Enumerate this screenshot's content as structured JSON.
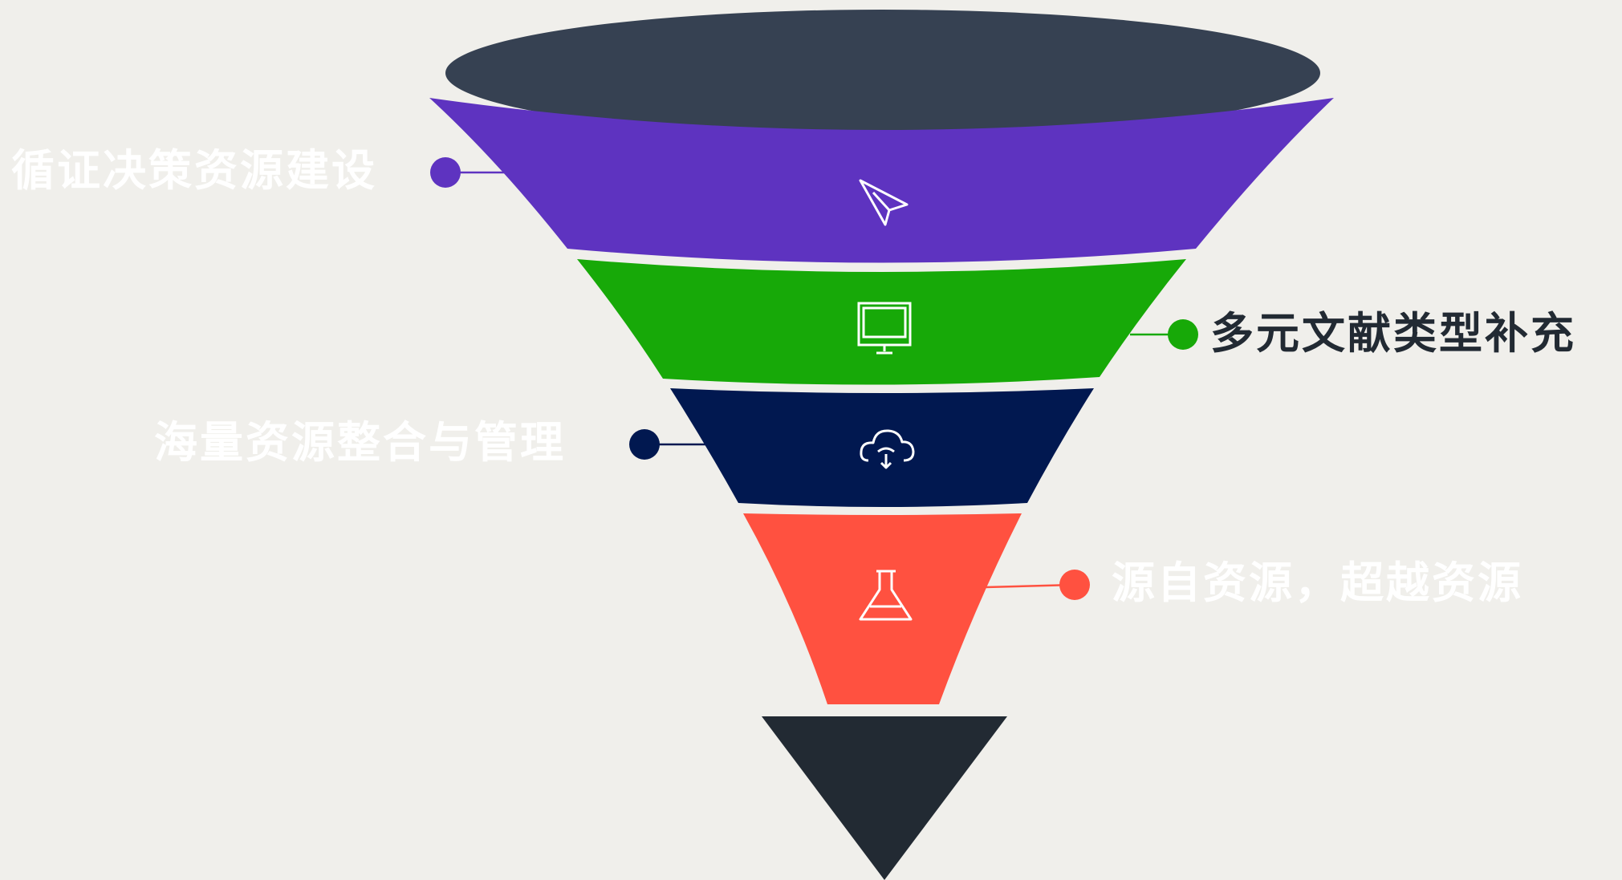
{
  "funnel": {
    "stages": [
      {
        "label": "循证决策资源建设",
        "color": "#5e33c0",
        "icon": "paper-plane-cursor-icon",
        "label_color": "#ffffff"
      },
      {
        "label": "多元文献类型补充",
        "color": "#17a908",
        "icon": "monitor-icon",
        "label_color": "#222a33"
      },
      {
        "label": "海量资源整合与管理",
        "color": "#011850",
        "icon": "cloud-download-icon",
        "label_color": "#ffffff"
      },
      {
        "label": "源自资源，超越资源",
        "color": "#ff5140",
        "icon": "flask-icon",
        "label_color": "#ffffff"
      }
    ],
    "top_ellipse_color": "#364152",
    "tip_color": "#222a33"
  }
}
